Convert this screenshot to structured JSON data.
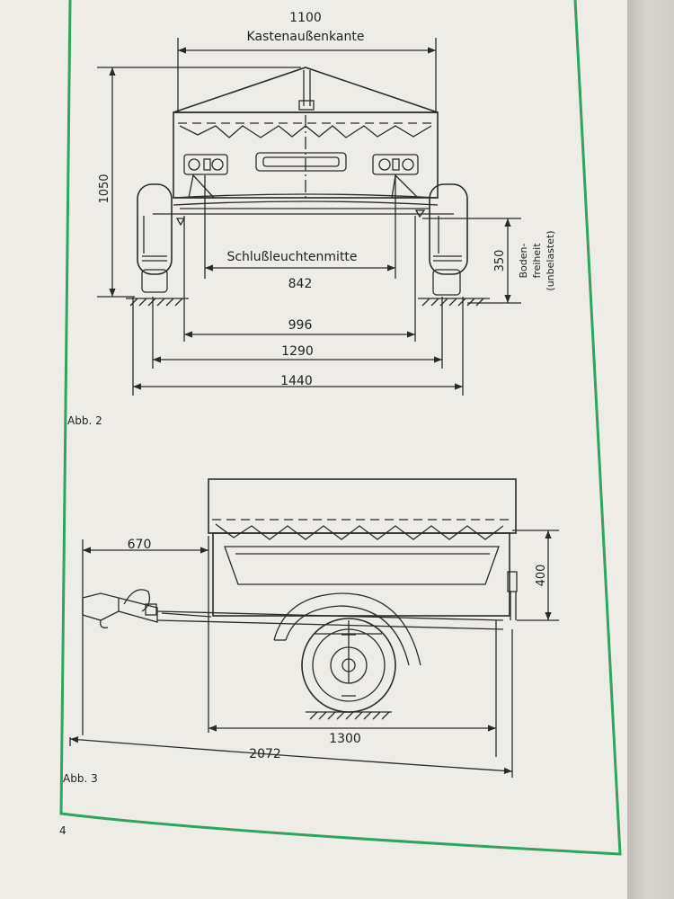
{
  "figure2": {
    "caption": "Abb. 2",
    "dim_box_outer": "1100",
    "label_box_outer": "Kastenaußenkante",
    "dim_height": "1050",
    "label_tail_light_center": "Schlußleuchtenmitte",
    "dim_tail_light_center": "842",
    "dim_996": "996",
    "dim_1290": "1290",
    "dim_1440": "1440",
    "dim_ground_clearance": "350",
    "label_ground_clearance_1": "Boden-",
    "label_ground_clearance_2": "freiheit",
    "label_ground_clearance_3": "(unbelastet)"
  },
  "figure3": {
    "caption": "Abb. 3",
    "dim_670": "670",
    "dim_400": "400",
    "dim_1300": "1300",
    "dim_2072": "2072"
  },
  "page_number": "4",
  "colors": {
    "border_green": "#2fa35f",
    "line": "#2a2a2a",
    "paper": "#eeece7"
  }
}
